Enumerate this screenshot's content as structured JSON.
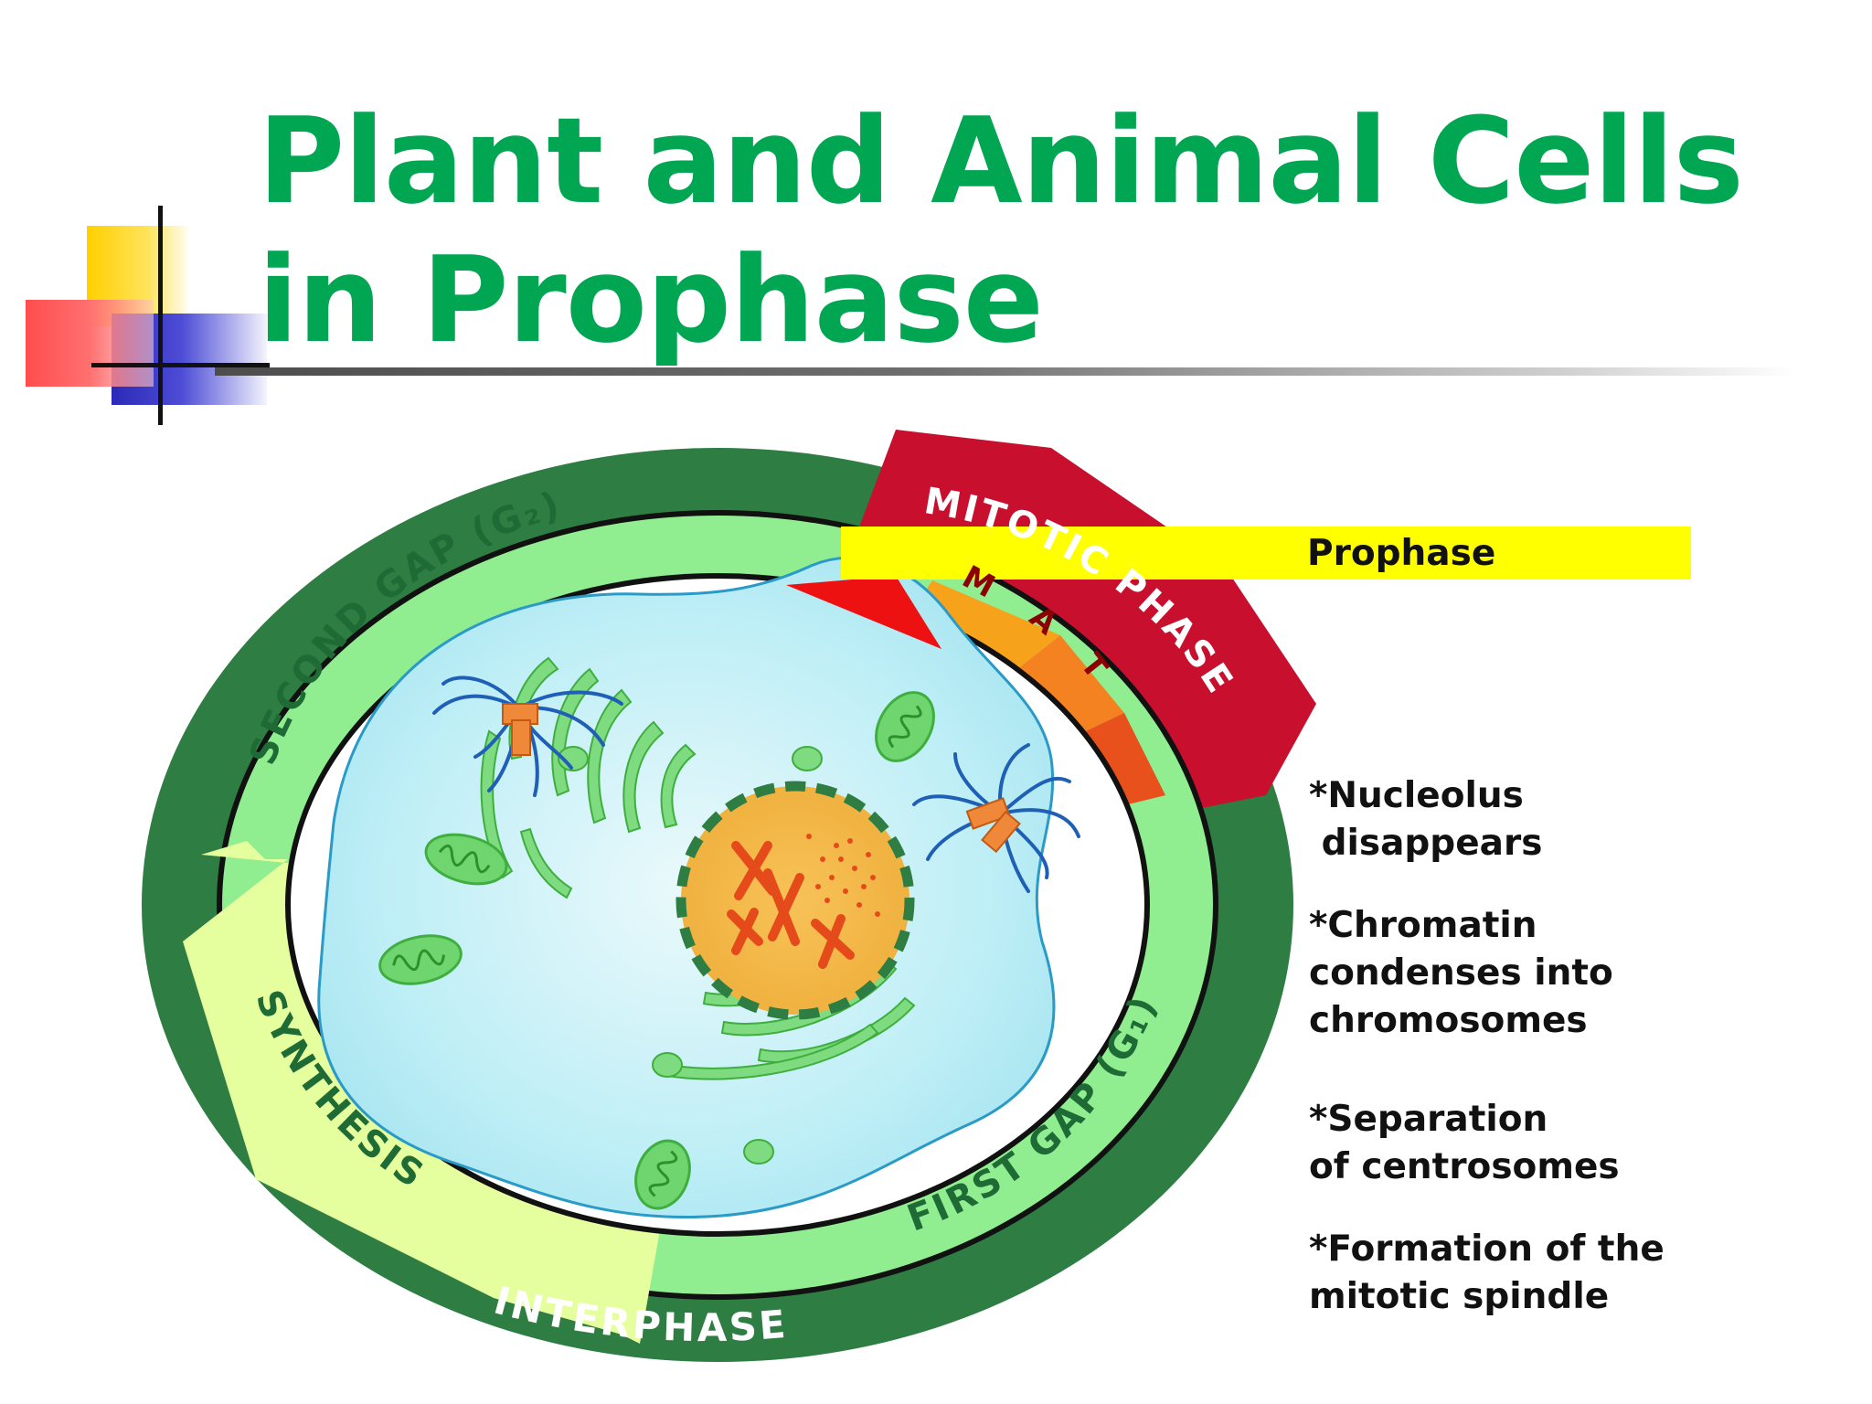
{
  "title": "Plant and Animal Cells in Prophase",
  "diagram": {
    "mitotic_phase_label": "MITOTIC PHASE",
    "mitotic_stages": [
      "M",
      "A",
      "T"
    ],
    "callout_label": "Prophase",
    "ring_labels": {
      "second_gap": "SECOND GAP (G₂)",
      "synthesis": "SYNTHESIS",
      "first_gap": "FIRST GAP (G₁)",
      "interphase": "INTERPHASE"
    }
  },
  "notes": [
    "*Nucleolus\n disappears",
    "*Chromatin\ncondenses into\nchromosomes",
    "*Separation\nof centrosomes",
    "*Formation of the\nmitotic spindle"
  ],
  "colors": {
    "title": "#00a651",
    "outer_ring": "#2e7d43",
    "inner_ring": "#90ee90",
    "synthesis_band": "#e6ff9e",
    "mitotic_ring": "#c8102e",
    "callout": "#ffff00",
    "arrow": "#ee1111",
    "cytoplasm": "#b8ecf4",
    "nucleus": "#f5b949",
    "organelle": "#6fd56f"
  }
}
